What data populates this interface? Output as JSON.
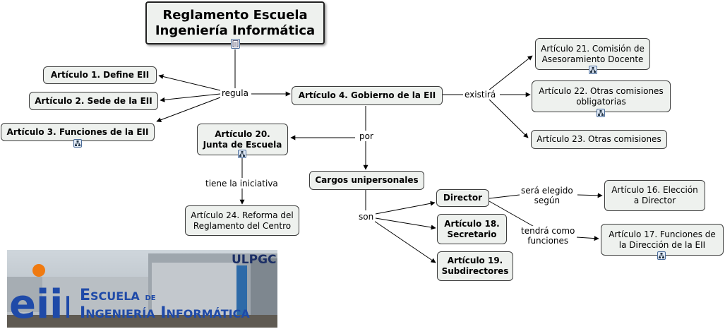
{
  "diagram": {
    "title": "Reglamento Escuela\nIngeniería Informática",
    "nodes": {
      "art1": "Artículo 1. Define EII",
      "art2": "Artículo 2. Sede de la EII",
      "art3": "Artículo 3. Funciones de la EII",
      "art4": "Artículo 4. Gobierno de la EII",
      "art20": "Artículo 20.\nJunta de Escuela",
      "art24": "Artículo 24. Reforma del\nReglamento del Centro",
      "cargos": "Cargos unipersonales",
      "director": "Director",
      "art18": "Artículo 18.\nSecretario",
      "art19": "Artículo 19.\nSubdirectores",
      "art21": "Artículo 21. Comisión de\nAsesoramiento Docente",
      "art22": "Artículo 22. Otras comisiones\nobligatorias",
      "art23": "Artículo 23. Otras comisiones",
      "art16": "Artículo 16. Elección\na Director",
      "art17": "Artículo 17. Funciones de\nla Dirección de la EII"
    },
    "links": {
      "regula": "regula",
      "existira": "existirá",
      "por": "por",
      "tiene": "tiene la iniciativa",
      "son": "son",
      "elegido": "será elegido\nsegún",
      "funciones": "tendrá como\nfunciones"
    }
  },
  "logo": {
    "ulpgc": "ULPGC",
    "mark": "eiin",
    "line1_big1": "E",
    "line1_small": "SCUELA",
    "line1_de": "DE",
    "line2_big1": "I",
    "line2_small1": "NGENIERÍA",
    "line2_big2": "I",
    "line2_small2": "NFORMÁTICA"
  }
}
